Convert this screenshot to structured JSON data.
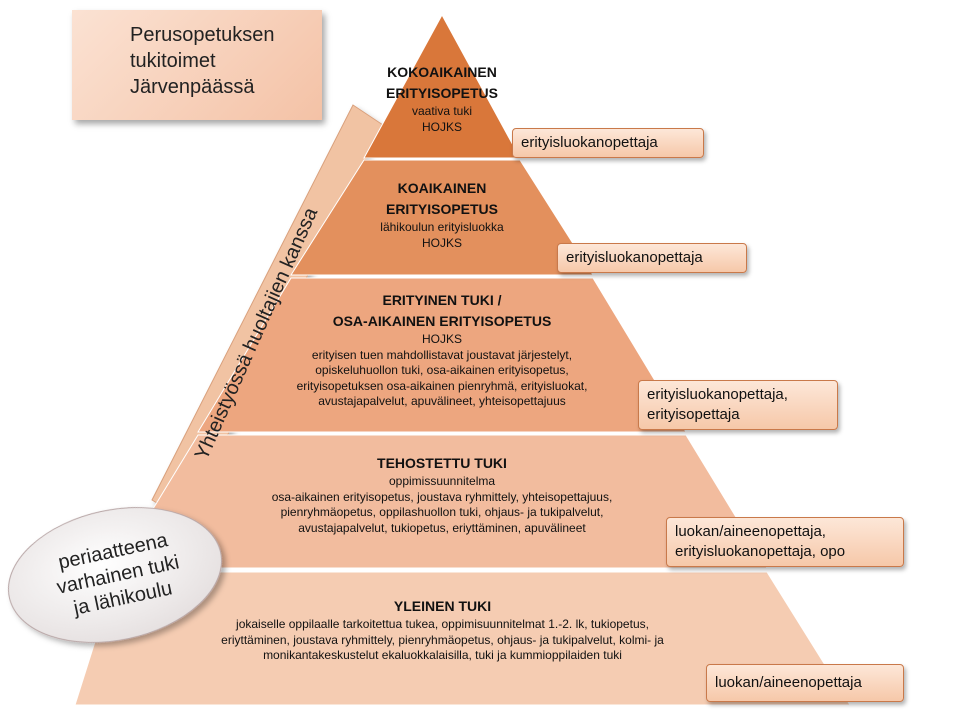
{
  "title_box": {
    "lines": [
      "Perusopetuksen",
      "tukitoimet",
      "Järvenpäässä"
    ]
  },
  "side_band": {
    "text": "Yhteistyössä huoltajien kanssa"
  },
  "principle_oval": {
    "lines": [
      "periaatteena",
      "varhainen tuki",
      "ja lähikoulu"
    ]
  },
  "tiers": [
    {
      "title": [
        "KOKOAIKAINEN",
        "ERITYISOPETUS"
      ],
      "lines": [
        "vaativa tuki",
        "HOJKS"
      ],
      "desc": [],
      "role": [
        "erityisluokanopettaja"
      ]
    },
    {
      "title": [
        "KOAIKAINEN",
        "ERITYISOPETUS"
      ],
      "lines": [
        "lähikoulun erityisluokka",
        "HOJKS"
      ],
      "desc": [],
      "role": [
        "erityisluokanopettaja"
      ]
    },
    {
      "title": [
        "ERITYINEN TUKI /",
        "OSA-AIKAINEN ERITYISOPETUS"
      ],
      "lines": [
        "HOJKS"
      ],
      "desc": [
        "erityisen tuen mahdollistavat joustavat järjestelyt,",
        "opiskeluhuollon tuki, osa-aikainen erityisopetus,",
        "erityisopetuksen osa-aikainen pienryhmä, erityisluokat,",
        "avustajapalvelut, apuvälineet, yhteisopettajuus"
      ],
      "role": [
        "erityisluokanopettaja,",
        "erityisopettaja"
      ]
    },
    {
      "title": [
        "TEHOSTETTU TUKI"
      ],
      "lines": [
        "oppimissuunnitelma"
      ],
      "desc": [
        "osa-aikainen erityisopetus, joustava ryhmittely, yhteisopettajuus,",
        "pienryhmäopetus, oppilashuollon tuki, ohjaus- ja tukipalvelut,",
        "avustajapalvelut, tukiopetus, eriyttäminen, apuvälineet"
      ],
      "role": [
        "luokan/aineenopettaja,",
        "erityisluokanopettaja, opo"
      ]
    },
    {
      "title": [
        "YLEINEN TUKI"
      ],
      "lines": [],
      "desc": [
        "jokaiselle oppilaalle tarkoitettua tukea, oppimisuunnitelmat 1.-2. lk, tukiopetus,",
        "eriyttäminen, joustava ryhmittely, pienryhmäopetus, ohjaus- ja tukipalvelut, kolmi- ja",
        "monikantakeskustelut ekaluokkalaisilla, tuki ja kummioppilaiden tuki"
      ],
      "role": [
        "luokan/aineenopettaja"
      ]
    }
  ],
  "colors": {
    "tier_fills": [
      "#d9773a",
      "#e3905d",
      "#eda67f",
      "#f2bc9e",
      "#f5ccb2"
    ],
    "side_band": "#f1c3a3",
    "role_box_border": "#c9794a",
    "oval": "#f2eeee"
  }
}
